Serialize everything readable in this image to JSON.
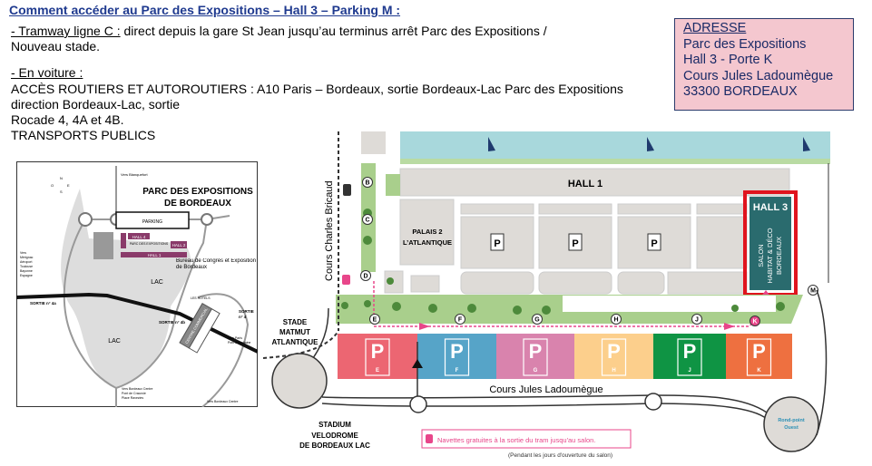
{
  "title": "Comment accéder au Parc des Expositions – Hall 3 – Parking M :",
  "tram": {
    "label": "- Tramway ligne C :",
    "text": " direct depuis la gare St Jean jusqu’au terminus arrêt Parc des Expositions /",
    "text2": "Nouveau stade."
  },
  "car": {
    "label": "- En voiture :",
    "lines": [
      "ACCÈS ROUTIERS ET AUTOROUTIERS : A10 Paris – Bordeaux, sortie Bordeaux-Lac Parc des Expositions",
      "direction Bordeaux-Lac, sortie",
      "Rocade 4, 4A et 4B.",
      "TRANSPORTS PUBLICS"
    ]
  },
  "address": {
    "heading": "ADRESSE",
    "lines": [
      "Parc des Expositions",
      "Hall 3 - Porte K",
      "Cours Jules Ladoumègue",
      "33300 BORDEAUX"
    ]
  },
  "overview_map": {
    "title1": "PARC DES EXPOSITIONS",
    "title2": "DE BORDEAUX",
    "parking": "PARKING",
    "hall4": "HALL 4",
    "hall3": "HALL 3",
    "hall2": "HALL 2",
    "hall1": "HALL 1",
    "parc": "PARC DES EXPOSITIONS",
    "lac": "LAC",
    "congres": "Bureau de Congrès et Exposition de Bordeaux",
    "hotels": "LES HOTELS",
    "vers_blanquefort": "Vers Blanquefort",
    "vers_merignac": [
      "Vers",
      "Mérignac",
      "Aéroport",
      "Toulouse",
      "Bayonne",
      "Espagne"
    ],
    "sortie4a": "SORTIE n° 4a",
    "sortie4b": "SORTIE n° 4b",
    "sortie4": [
      "SORTIE",
      "n° 4"
    ],
    "vers_paris": [
      "Vers Paris",
      "Pont d'Aquitaine"
    ],
    "vers_centre1": [
      "Vers Bordeaux Centre",
      "Pont de Cracovie",
      "Place Ravezies"
    ],
    "vers_centre2": "Vers Bordeaux Centre",
    "centre_commercial": "CENTRE COMMERCIAL",
    "compass": {
      "n": "N",
      "s": "S",
      "e": "E",
      "o": "O"
    }
  },
  "site_map": {
    "hall1": "HALL 1",
    "palais2": [
      "PALAIS 2",
      "L’ATLANTIQUE"
    ],
    "hall3": "HALL 3",
    "salon": [
      "SALON",
      "HABITAT & DÉCO",
      "BORDEAUX"
    ],
    "street_bricaud": "Cours Charles Bricaud",
    "street_ladoumegue": "Cours Jules Ladoumègue",
    "stade_matmut": [
      "STADE",
      "MATMUT",
      "ATLANTIQUE"
    ],
    "stadium": [
      "STADIUM",
      "VELODROME",
      "DE BORDEAUX LAC"
    ],
    "rond_point": [
      "Rond-point",
      "Ouest"
    ],
    "gates": [
      "B",
      "C",
      "D",
      "E",
      "F",
      "G",
      "H",
      "J",
      "K",
      "M"
    ],
    "p": "P",
    "parkings": [
      {
        "letter": "E",
        "color": "#ec6672"
      },
      {
        "letter": "F",
        "color": "#56a4c8"
      },
      {
        "letter": "G",
        "color": "#d983ad"
      },
      {
        "letter": "H",
        "color": "#fccf8c"
      },
      {
        "letter": "J",
        "color": "#0f9444"
      },
      {
        "letter": "K",
        "color": "#ee7040"
      }
    ],
    "shuttle_note": "Navettes gratuites à la sortie du tram jusqu'au salon.",
    "shuttle_sub": "(Pendant les jours d'ouverture du salon)"
  },
  "colors": {
    "title": "#1f3a8f",
    "highlight": "#e0141e",
    "hall3": "#2a6b6e",
    "shuttle": "#e8468a",
    "water": "#a8d8dc",
    "green": "#a9cf8c"
  }
}
